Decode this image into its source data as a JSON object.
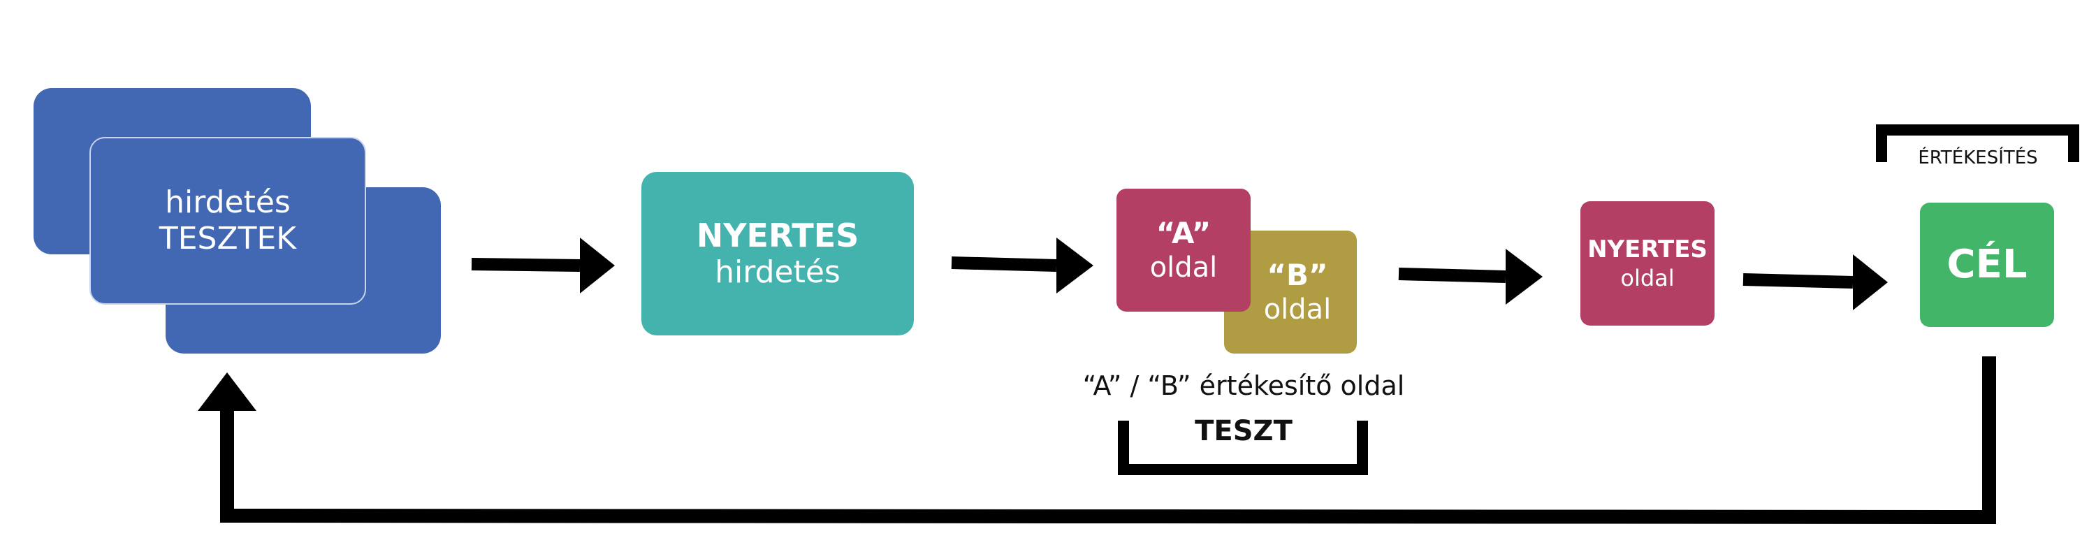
{
  "ads": {
    "line1": "hirdetés",
    "line2": "TESZTEK"
  },
  "winner_ad": {
    "line1": "NYERTES",
    "line2": "hirdetés"
  },
  "page_a": {
    "line1": "“A”",
    "line2": "oldal"
  },
  "page_b": {
    "line1": "“B”",
    "line2": "oldal"
  },
  "ab_caption": "“A” / “B”  értékesítő oldal",
  "ab_test_label": "TESZT",
  "winner_page": {
    "line1": "NYERTES",
    "line2": "oldal"
  },
  "sales_label": "ÉRTÉKESÍTÉS",
  "goal_label": "CÉL",
  "colors": {
    "blue": "#4268b4",
    "teal": "#45b3ad",
    "rose": "#b33f65",
    "olive": "#b09c42",
    "green": "#43b568",
    "arrow": "#000000"
  }
}
